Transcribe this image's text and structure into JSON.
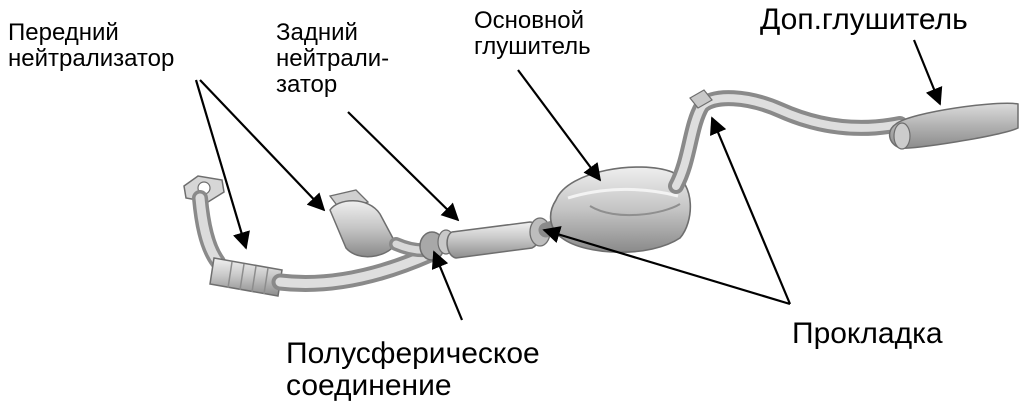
{
  "labels": {
    "front_converter": [
      "Передний",
      "нейтрализатор"
    ],
    "rear_converter": [
      "Задний",
      "нейтрали-",
      "затор"
    ],
    "main_muffler": [
      "Основной",
      "глушитель"
    ],
    "aux_muffler": "Доп.глушитель",
    "gasket": "Прокладка",
    "spherical_joint": [
      "Полусферическое",
      "соединение"
    ]
  },
  "colors": {
    "pipe_light": "#e2e2e2",
    "pipe_mid": "#b8b8b8",
    "pipe_dark": "#8a8a8a",
    "outline": "#6e6e6e",
    "arrow": "#000000"
  }
}
